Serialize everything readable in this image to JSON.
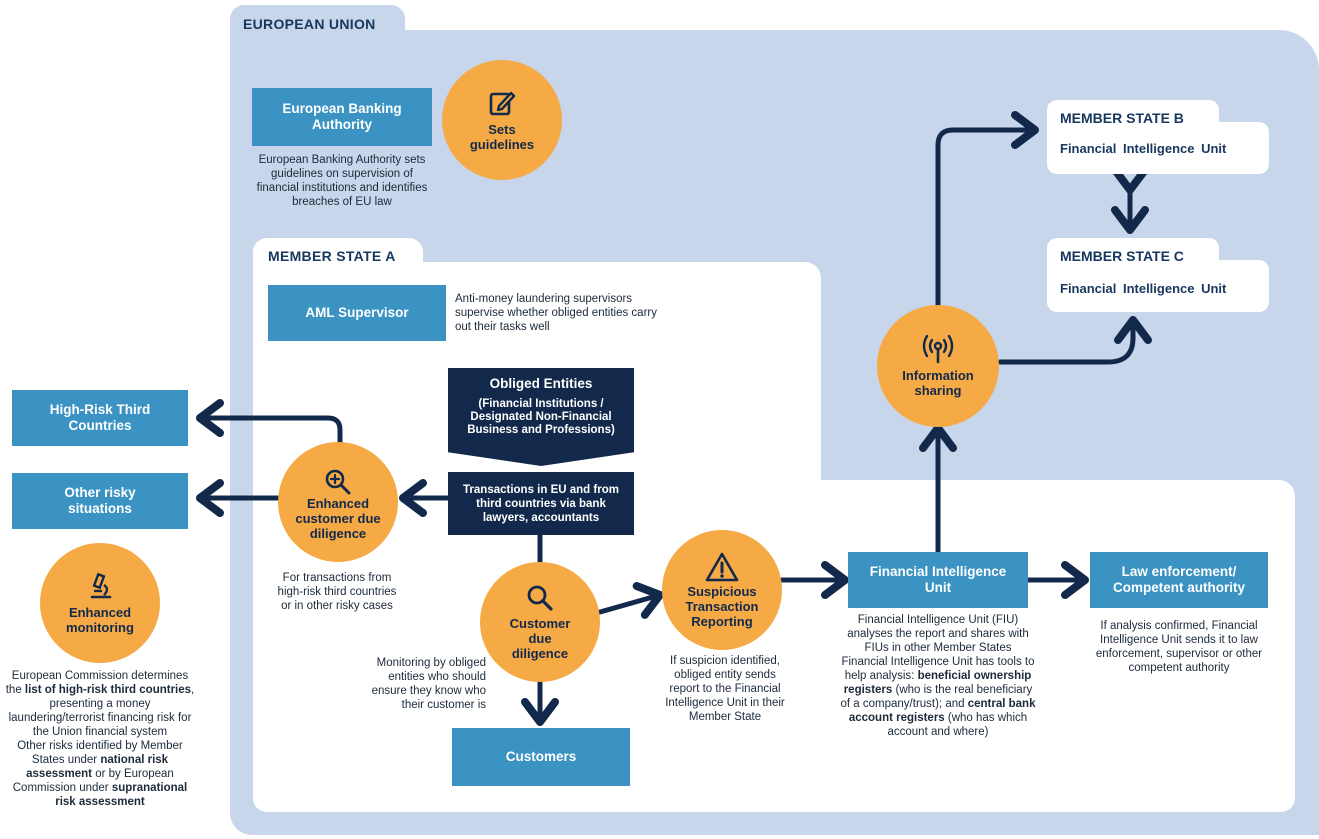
{
  "eu": {
    "label": "EUROPEAN UNION"
  },
  "eba": {
    "title": "European Banking Authority",
    "circle_label": "Sets guidelines",
    "description": "European Banking Authority sets guidelines on supervision of financial institutions and identifies breaches of EU law"
  },
  "member_state_a": {
    "label": "MEMBER STATE A"
  },
  "aml": {
    "title": "AML Supervisor",
    "description": "Anti-money laundering supervisors supervise whether obliged entities carry out their tasks well"
  },
  "obliged": {
    "title": "Obliged Entities",
    "subtitle": "(Financial Institutions / Designated Non-Financial Business and Professions)",
    "transactions": "Transactions in EU and from third countries via bank lawyers, accountants"
  },
  "high_risk": {
    "title": "High-Risk Third Countries"
  },
  "other_risky": {
    "title": "Other risky situations"
  },
  "ecdd": {
    "label": "Enhanced customer due diligence",
    "description": "For transactions from high-risk third countries or in other risky cases"
  },
  "enhanced_monitoring": {
    "label": "Enhanced monitoring",
    "description_parts": {
      "p1": "European Commission determines the ",
      "b1": "list of high-risk third countries",
      "p2": ", presenting a money laundering/terrorist financing risk for the Union financial system",
      "p3": "Other risks identified by Member States under ",
      "b2": "national risk assessment",
      "p4": " or by European Commission under ",
      "b3": "supranational risk assessment"
    }
  },
  "cdd": {
    "label": "Customer due diligence",
    "description": "Monitoring by obliged entities who should ensure they know who their customer is"
  },
  "customers": {
    "title": "Customers"
  },
  "str": {
    "label": "Suspicious Transaction Reporting",
    "description": "If suspicion identified, obliged entity sends report to the Financial Intelligence Unit in their Member State"
  },
  "fiu": {
    "title": "Financial Intelligence Unit",
    "description_parts": {
      "p1": "Financial Intelligence Unit (FIU) analyses the report and shares with FIUs in other Member States",
      "p2": "Financial Intelligence Unit has tools to help analysis: ",
      "b1": "beneficial ownership registers",
      "p3": " (who is the real beneficiary of a company/trust); and ",
      "b2": "central bank account registers",
      "p4": " (who has which account and where)"
    }
  },
  "law": {
    "title": "Law enforcement/ Competent authority",
    "description": "If analysis confirmed, Financial Intelligence Unit sends it to law enforcement, supervisor or other competent authority"
  },
  "info_sharing": {
    "label": "Information sharing"
  },
  "member_state_b": {
    "title": "MEMBER STATE B",
    "subtitle": "Financial Intelligence Unit"
  },
  "member_state_c": {
    "title": "MEMBER STATE C",
    "subtitle": "Financial Intelligence Unit"
  },
  "colors": {
    "light_blue": "#c7d6ea",
    "mid_blue": "#3a93c2",
    "navy": "#13294b",
    "orange": "#f5aa45"
  }
}
